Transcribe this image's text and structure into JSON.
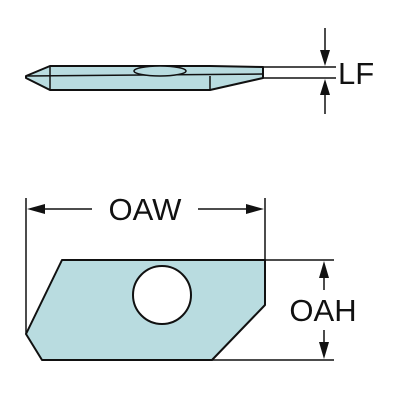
{
  "diagram": {
    "side_view": {
      "dimension_label": "LF"
    },
    "top_view": {
      "width_label": "OAW",
      "height_label": "OAH"
    }
  },
  "colors": {
    "insert_fill": "#b9dce0",
    "outline": "#111111",
    "background": "#ffffff"
  }
}
